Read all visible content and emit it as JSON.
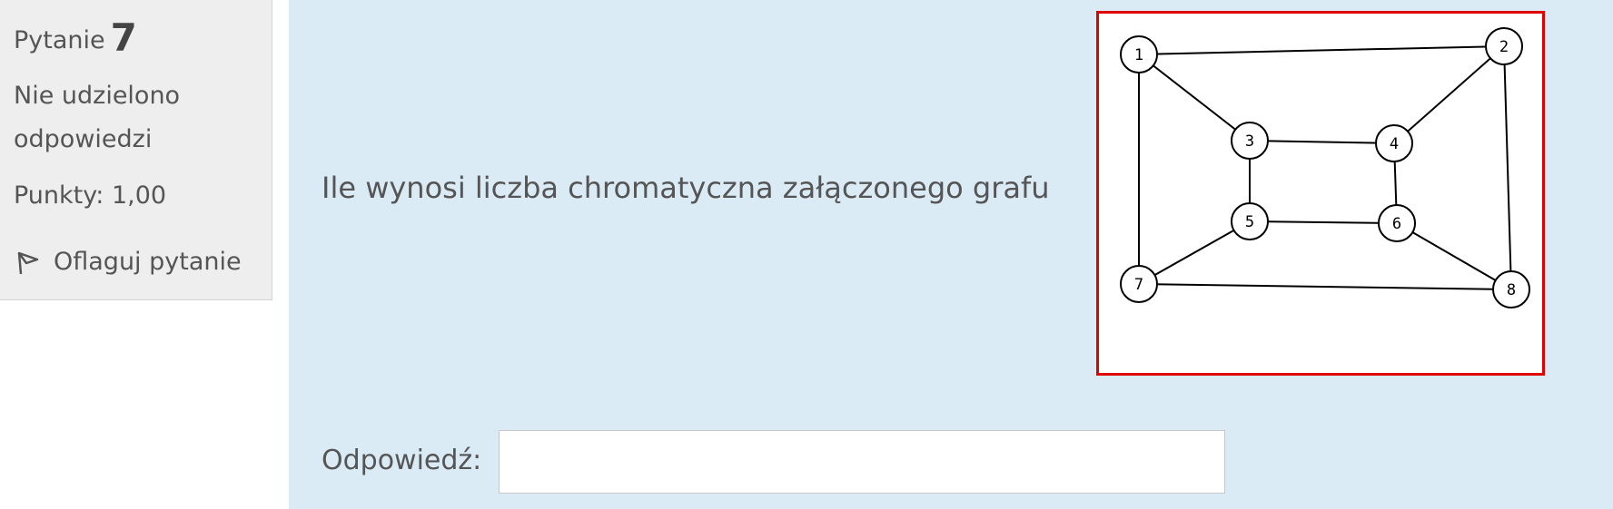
{
  "info": {
    "question_label": "Pytanie",
    "question_number": "7",
    "state": "Nie udzielono odpowiedzi",
    "grade": "Punkty: 1,00",
    "flag_label": "Oflaguj pytanie",
    "flag_icon": "flag-icon"
  },
  "question": {
    "text": "Ile wynosi liczba chromatyczna załączonego grafu"
  },
  "graph": {
    "border_color": "#e00000",
    "nodes": [
      {
        "id": "1",
        "label": "1"
      },
      {
        "id": "2",
        "label": "2"
      },
      {
        "id": "3",
        "label": "3"
      },
      {
        "id": "4",
        "label": "4"
      },
      {
        "id": "5",
        "label": "5"
      },
      {
        "id": "6",
        "label": "6"
      },
      {
        "id": "7",
        "label": "7"
      },
      {
        "id": "8",
        "label": "8"
      }
    ],
    "edges": [
      [
        "1",
        "2"
      ],
      [
        "1",
        "3"
      ],
      [
        "1",
        "7"
      ],
      [
        "2",
        "4"
      ],
      [
        "2",
        "8"
      ],
      [
        "3",
        "4"
      ],
      [
        "3",
        "5"
      ],
      [
        "4",
        "6"
      ],
      [
        "5",
        "6"
      ],
      [
        "5",
        "7"
      ],
      [
        "6",
        "8"
      ],
      [
        "7",
        "8"
      ]
    ]
  },
  "answer": {
    "label": "Odpowiedź:",
    "value": "",
    "placeholder": ""
  },
  "colors": {
    "content_bg": "#dbebf5",
    "panel_bg": "#eeeeee",
    "text": "#555555"
  }
}
